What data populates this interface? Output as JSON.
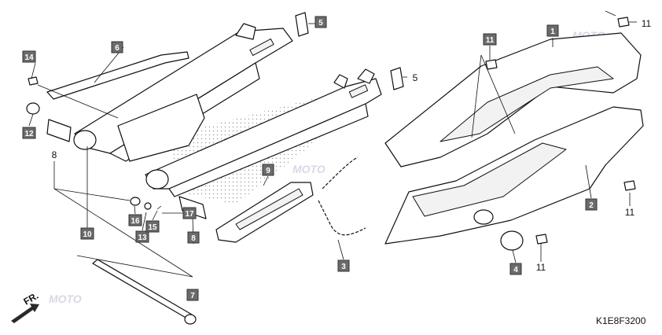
{
  "diagram": {
    "code": "K1E8F3200",
    "front_marker": "FR.",
    "watermark": "MOTO",
    "callouts": [
      {
        "id": "c1",
        "label": "1",
        "boxed": true
      },
      {
        "id": "c2",
        "label": "2",
        "boxed": true
      },
      {
        "id": "c3",
        "label": "3",
        "boxed": true
      },
      {
        "id": "c4",
        "label": "4",
        "boxed": true
      },
      {
        "id": "c5a",
        "label": "5",
        "boxed": true
      },
      {
        "id": "c5b",
        "label": "5",
        "boxed": false
      },
      {
        "id": "c6",
        "label": "6",
        "boxed": true
      },
      {
        "id": "c7",
        "label": "7",
        "boxed": true
      },
      {
        "id": "c8a",
        "label": "8",
        "boxed": false
      },
      {
        "id": "c8b",
        "label": "8",
        "boxed": true
      },
      {
        "id": "c9",
        "label": "9",
        "boxed": true
      },
      {
        "id": "c10",
        "label": "10",
        "boxed": true
      },
      {
        "id": "c11a",
        "label": "11",
        "boxed": false
      },
      {
        "id": "c11b",
        "label": "11",
        "boxed": true
      },
      {
        "id": "c11c",
        "label": "11",
        "boxed": false
      },
      {
        "id": "c11d",
        "label": "11",
        "boxed": false
      },
      {
        "id": "c12",
        "label": "12",
        "boxed": true
      },
      {
        "id": "c13",
        "label": "13",
        "boxed": true
      },
      {
        "id": "c14",
        "label": "14",
        "boxed": true
      },
      {
        "id": "c15",
        "label": "15",
        "boxed": true
      },
      {
        "id": "c16",
        "label": "16",
        "boxed": true
      },
      {
        "id": "c17",
        "label": "17",
        "boxed": true
      }
    ]
  }
}
